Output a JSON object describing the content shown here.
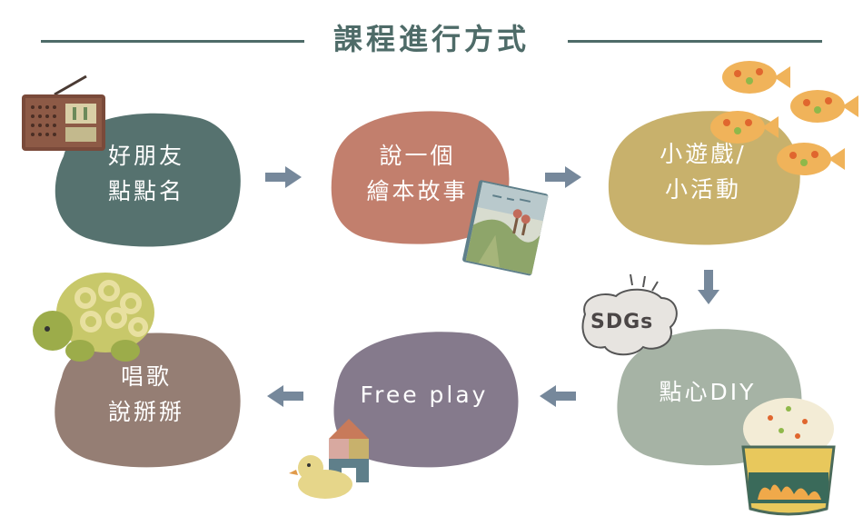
{
  "title": "課程進行方式",
  "steps": [
    {
      "label": "好朋友\n點點名",
      "color": "#56726f"
    },
    {
      "label": "說一個\n繪本故事",
      "color": "#c27f6d"
    },
    {
      "label": "小遊戲/\n小活動",
      "color": "#c8b16c"
    },
    {
      "label": "點心DIY",
      "color": "#a6b3a5"
    },
    {
      "label": "Free play",
      "color": "#857a8c"
    },
    {
      "label": "唱歌\n說掰掰",
      "color": "#957e74"
    }
  ],
  "arrow_color": "#76889b",
  "badge": {
    "label": "SDGs"
  }
}
